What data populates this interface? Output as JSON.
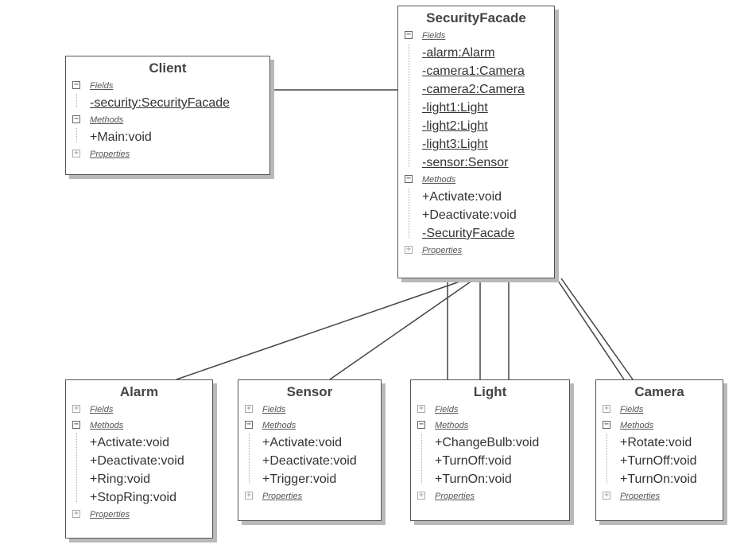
{
  "classes": {
    "client": {
      "name": "Client",
      "fields_label": "Fields",
      "fields": [
        "-security:SecurityFacade"
      ],
      "methods_label": "Methods",
      "methods": [
        "+Main:void"
      ],
      "properties_label": "Properties"
    },
    "facade": {
      "name": "SecurityFacade",
      "fields_label": "Fields",
      "fields": [
        "-alarm:Alarm",
        "-camera1:Camera",
        "-camera2:Camera",
        "-light1:Light",
        "-light2:Light",
        "-light3:Light",
        "-sensor:Sensor"
      ],
      "methods_label": "Methods",
      "methods": [
        "+Activate:void",
        "+Deactivate:void",
        "-SecurityFacade"
      ],
      "properties_label": "Properties"
    },
    "alarm": {
      "name": "Alarm",
      "fields_label": "Fields",
      "methods_label": "Methods",
      "methods": [
        "+Activate:void",
        "+Deactivate:void",
        "+Ring:void",
        "+StopRing:void"
      ],
      "properties_label": "Properties"
    },
    "sensor": {
      "name": "Sensor",
      "fields_label": "Fields",
      "methods_label": "Methods",
      "methods": [
        "+Activate:void",
        "+Deactivate:void",
        "+Trigger:void"
      ],
      "properties_label": "Properties"
    },
    "light": {
      "name": "Light",
      "fields_label": "Fields",
      "methods_label": "Methods",
      "methods": [
        "+ChangeBulb:void",
        "+TurnOff:void",
        "+TurnOn:void"
      ],
      "properties_label": "Properties"
    },
    "camera": {
      "name": "Camera",
      "fields_label": "Fields",
      "methods_label": "Methods",
      "methods": [
        "+Rotate:void",
        "+TurnOff:void",
        "+TurnOn:void"
      ],
      "properties_label": "Properties"
    }
  },
  "colors": {
    "border": "#555555",
    "shadow": "#b9b9b9",
    "line": "#444444"
  }
}
